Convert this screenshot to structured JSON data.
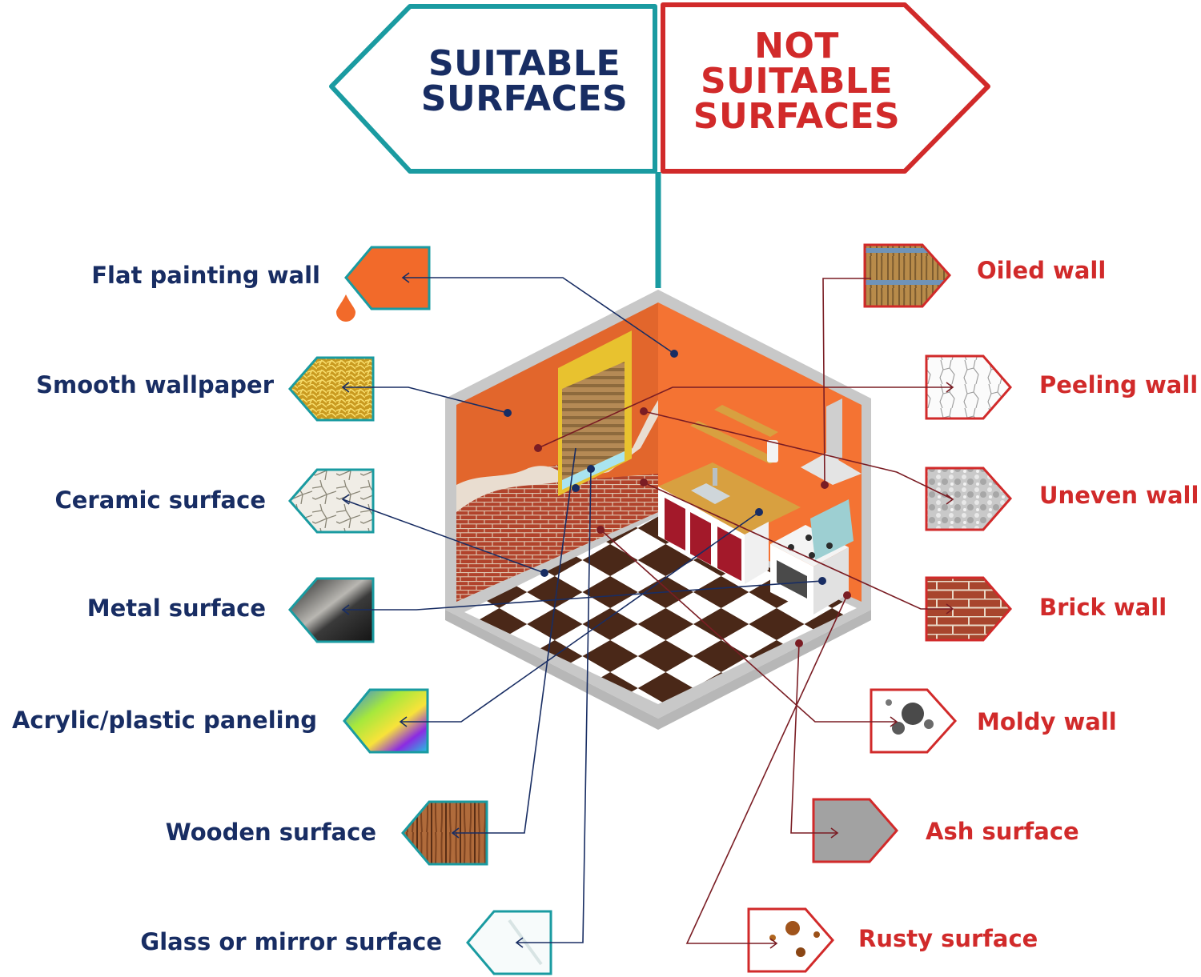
{
  "signs": {
    "suitable": {
      "line1": "SUITABLE",
      "line2": "SURFACES"
    },
    "not_suitable": {
      "line1": "NOT",
      "line2": "SUITABLE",
      "line3": "SURFACES"
    }
  },
  "suitable_surfaces": [
    {
      "label": "Flat painting wall",
      "icon": "flat-paint-icon"
    },
    {
      "label": "Smooth wallpaper",
      "icon": "wallpaper-swatch-icon"
    },
    {
      "label": "Ceramic surface",
      "icon": "ceramic-swatch-icon"
    },
    {
      "label": "Metal surface",
      "icon": "metal-swatch-icon"
    },
    {
      "label": "Acrylic/plastic paneling",
      "icon": "acrylic-swatch-icon"
    },
    {
      "label": "Wooden surface",
      "icon": "wood-swatch-icon"
    },
    {
      "label": "Glass or mirror surface",
      "icon": "glass-swatch-icon"
    }
  ],
  "not_suitable_surfaces": [
    {
      "label": "Oiled wall",
      "icon": "oiled-wall-swatch-icon"
    },
    {
      "label": "Peeling wall",
      "icon": "peeling-wall-swatch-icon"
    },
    {
      "label": "Uneven wall",
      "icon": "uneven-wall-swatch-icon"
    },
    {
      "label": "Brick wall",
      "icon": "brick-wall-swatch-icon"
    },
    {
      "label": "Moldy wall",
      "icon": "moldy-wall-swatch-icon"
    },
    {
      "label": "Ash surface",
      "icon": "ash-swatch-icon"
    },
    {
      "label": "Rusty surface",
      "icon": "rusty-swatch-icon"
    }
  ],
  "colors": {
    "suitable_accent": "#1a9ba1",
    "suitable_text": "#182d63",
    "not_suitable_accent": "#d12a2a",
    "wall_orange": "#f26a2a",
    "leader_dark": "#182d63",
    "leader_red": "#7a1d24"
  }
}
